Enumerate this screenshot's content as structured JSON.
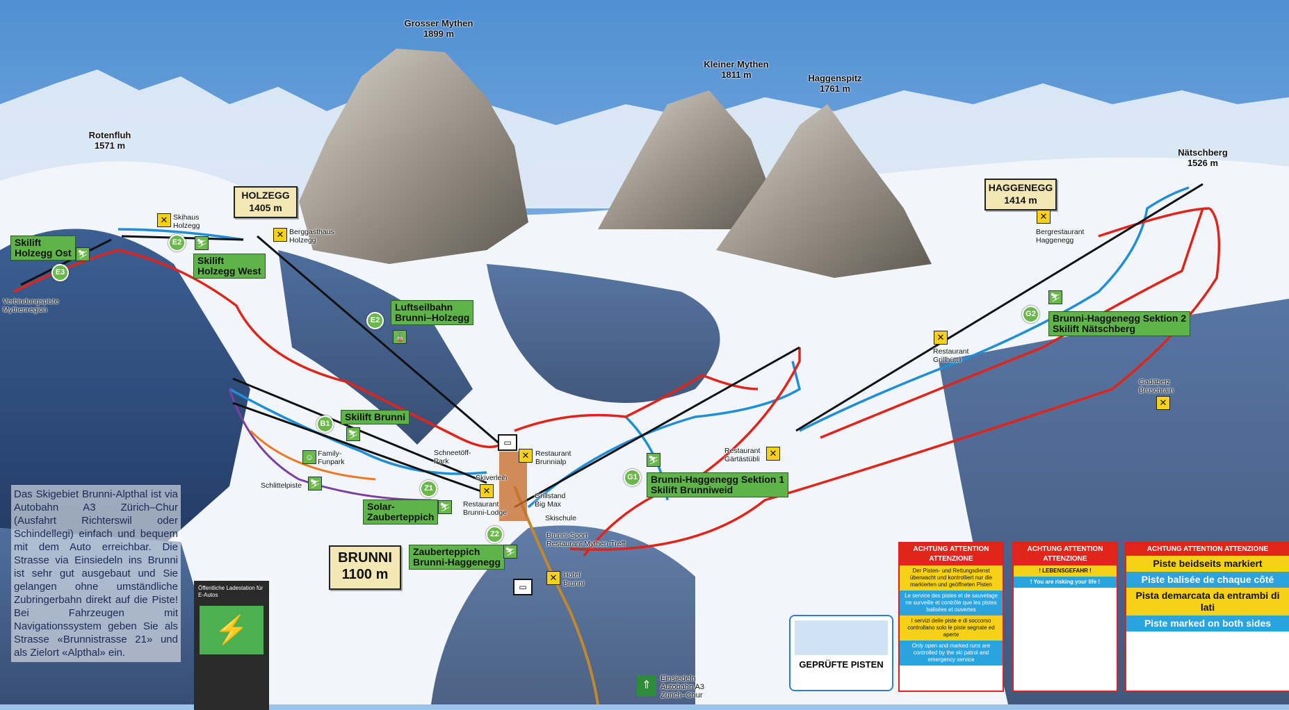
{
  "peaks": {
    "grosser_mythen": {
      "name": "Grosser Mythen",
      "alt": "1899 m"
    },
    "kleiner_mythen": {
      "name": "Kleiner Mythen",
      "alt": "1811 m"
    },
    "haggenspitz": {
      "name": "Haggenspitz",
      "alt": "1761 m"
    },
    "rotenfluh": {
      "name": "Rotenfluh",
      "alt": "1571 m"
    },
    "natschberg": {
      "name": "Nätschberg",
      "alt": "1526 m"
    }
  },
  "stations": {
    "holzegg": {
      "name": "HOLZEGG",
      "alt": "1405 m"
    },
    "haggenegg": {
      "name": "HAGGENEGG",
      "alt": "1414 m"
    },
    "brunni": {
      "name": "BRUNNI",
      "alt": "1100 m"
    }
  },
  "lifts": {
    "holzegg_ost": {
      "badge": "E3",
      "line1": "Skilift",
      "line2": "Holzegg Ost"
    },
    "holzegg_west": {
      "badge": "E2",
      "line1": "Skilift",
      "line2": "Holzegg West"
    },
    "luftseilbahn": {
      "badge": "E2",
      "line1": "Luftseilbahn",
      "line2": "Brunni–Holzegg"
    },
    "brunni": {
      "badge": "B1",
      "line1": "Skilift Brunni"
    },
    "solar": {
      "badge": "Z1",
      "line1": "Solar-",
      "line2": "Zauberteppich"
    },
    "zauber_haggenegg": {
      "badge": "Z2",
      "line1": "Zauberteppich",
      "line2": "Brunni-Haggenegg"
    },
    "sektion1": {
      "badge": "G1",
      "line1": "Brunni-Haggenegg Sektion 1",
      "line2": "Skilift Brunniweid"
    },
    "sektion2": {
      "badge": "G2",
      "line1": "Brunni-Haggenegg Sektion 2",
      "line2": "Skilift Nätschberg"
    }
  },
  "pois": {
    "skihaus": {
      "l1": "Skihaus",
      "l2": "Holzegg"
    },
    "berggasthaus": {
      "l1": "Berggasthaus",
      "l2": "Holzegg"
    },
    "verbindung": {
      "l1": "Verbindungspiste",
      "l2": "Mythenregion"
    },
    "bergrestaurant": {
      "l1": "Bergrestaurant",
      "l2": "Haggenegg"
    },
    "grillhuttli": {
      "l1": "Restaurant",
      "l2": "Grillhüttli"
    },
    "gadabeiz": {
      "l1": "Gadäbeiz",
      "l2": "Brüschrain"
    },
    "gartastubli": {
      "l1": "Restaurant",
      "l2": "Gärtästübli"
    },
    "snowpark": {
      "l1": "Schneetöff-",
      "l2": "Park"
    },
    "brunnialp": {
      "l1": "Restaurant",
      "l2": "Brunnialp"
    },
    "skiverleih": {
      "l1": "Skiverleih"
    },
    "lodge": {
      "l1": "Restaurant",
      "l2": "Brunni-Lodge"
    },
    "grillstand": {
      "l1": "Grillstand",
      "l2": "Big Max"
    },
    "skischule": {
      "l1": "Skischule"
    },
    "brunnisport": {
      "l1": "Brunni-Sport",
      "l2": "Restaurant Mythen-Treff"
    },
    "hotel": {
      "l1": "Hotel",
      "l2": "Brunni"
    },
    "family": {
      "l1": "Family-",
      "l2": "Funpark"
    },
    "schlittel": {
      "l1": "Schlittelpiste"
    },
    "einsiedeln": {
      "l1": "Einsiedeln",
      "l2": "Autobahn A3",
      "l3": "Zürich–Chur"
    }
  },
  "info_text": "Das Skigebiet Brunni-Alpthal ist via Autobahn A3 Zürich–Chur (Ausfahrt Richterswil oder Schindellegi) einfach und bequem mit dem Auto erreichbar. Die Strasse via Einsiedeln ins Brunni ist sehr gut ausgebaut und Sie gelangen ohne umständliche Zubringerbahn direkt auf die Piste! Bei Fahrzeugen mit Navigationssystem geben Sie als Strasse «Brunnistrasse 21» und als Zielort «Alpthal» ein.",
  "charging": {
    "title": "Öffentliche Ladestation für E-Autos"
  },
  "geprufte": {
    "title": "GEPRÜFTE PISTEN"
  },
  "warnings": {
    "head": "ACHTUNG ATTENTION ATTENZIONE",
    "a_y": "Der Pisten- und Rettungsdienst überwacht und kontrolliert nur die markierten und geöffneten Pisten",
    "a_b": "Le service des pistes et de sauvetage ne surveille et contrôle que les pistes balisées et ouvertes",
    "a_y2": "I servizi delle piste e di soccorso controllano solo le piste segnate ed aperte",
    "a_b2": "Only open and marked runs are controlled by the ski patrol and emergency service",
    "b_danger": "! LEBENSGEFAHR !",
    "b_end": "! You are risking your life !",
    "c_y1": "Piste beidseits markiert",
    "c_b1": "Piste balisée de chaque côté",
    "c_y2": "Pista demarcata da entrambi di lati",
    "c_b2": "Piste marked on both sides"
  },
  "colors": {
    "blue_piste": "#1e8fd6",
    "red_piste": "#e2231a",
    "lift": "#111111",
    "label_green": "#5fb449",
    "station_box": "#f3e7b6"
  }
}
